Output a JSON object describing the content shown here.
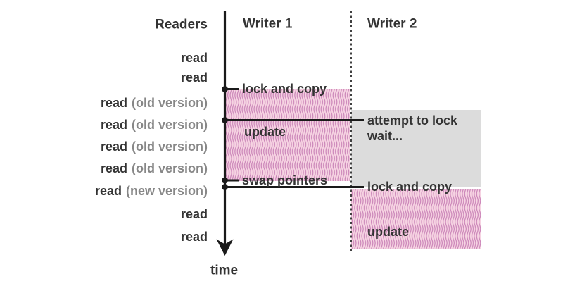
{
  "header": {
    "readers": "Readers",
    "writer1": "Writer 1",
    "writer2": "Writer 2"
  },
  "axis": {
    "time_label": "time"
  },
  "readers": {
    "rows": [
      {
        "main": "read",
        "suffix": ""
      },
      {
        "main": "read",
        "suffix": ""
      },
      {
        "main": "read",
        "suffix": "(old version)"
      },
      {
        "main": "read",
        "suffix": "(old version)"
      },
      {
        "main": "read",
        "suffix": "(old version)"
      },
      {
        "main": "read",
        "suffix": "(old version)"
      },
      {
        "main": "read",
        "suffix": "(new version)"
      },
      {
        "main": "read",
        "suffix": ""
      },
      {
        "main": "read",
        "suffix": ""
      }
    ]
  },
  "writer1": {
    "events": [
      {
        "label": "lock and copy"
      },
      {
        "label": "update"
      },
      {
        "label": "swap pointers"
      }
    ]
  },
  "writer2": {
    "events": [
      {
        "label": "attempt to lock"
      },
      {
        "label": "wait..."
      },
      {
        "label": "lock and copy"
      },
      {
        "label": "update"
      }
    ]
  },
  "colors": {
    "critical_section_fill": "#f6d3e2",
    "critical_section_stripe": "#ca84b8",
    "wait_fill": "#dcdcdc",
    "line": "#1a1a1a",
    "separator": "#404040",
    "text": "#333333",
    "muted_text": "#878787"
  }
}
